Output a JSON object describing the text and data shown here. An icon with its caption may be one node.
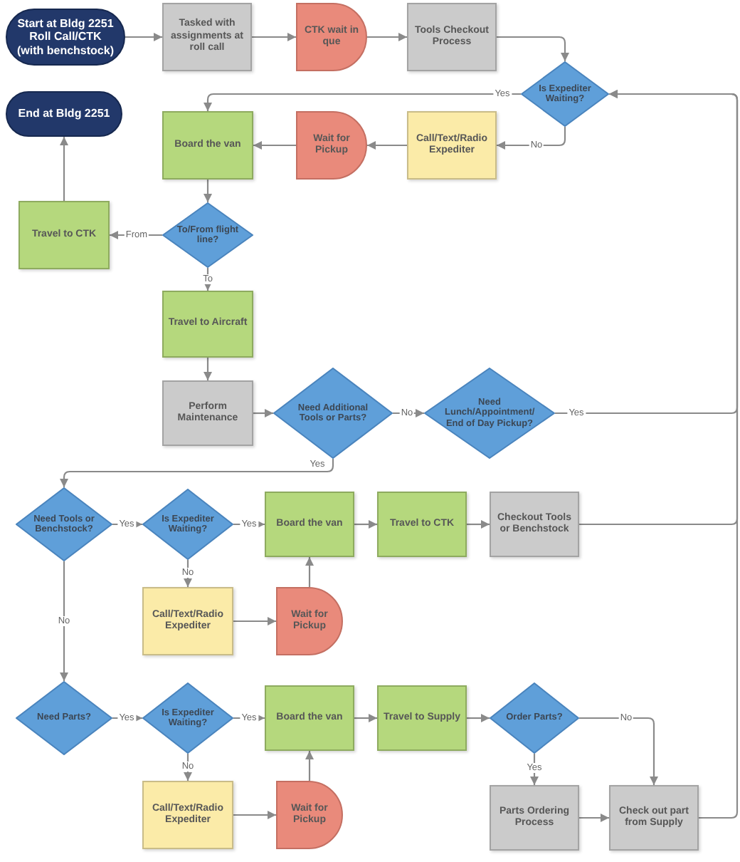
{
  "diagram": {
    "nodes": [
      {
        "text": [
          "Start at Bldg 2251 Roll Call/CTK (with benchstock)"
        ]
      },
      {
        "text": [
          "Tasked with assignments at roll call"
        ]
      },
      {
        "text": [
          "CTK wait in que"
        ]
      },
      {
        "text": [
          "Tools Checkout Process"
        ]
      },
      {
        "text": [
          "Is Expediter Waiting?"
        ]
      },
      {
        "text": [
          "End at Bldg 2251"
        ]
      },
      {
        "text": [
          "Board the van"
        ]
      },
      {
        "text": [
          "Wait for Pickup"
        ]
      },
      {
        "text": [
          "Call/Text/Radio Expediter"
        ]
      },
      {
        "text": [
          "Travel to CTK"
        ]
      },
      {
        "text": [
          "To/From flight line?"
        ]
      },
      {
        "text": [
          "Travel to Aircraft"
        ]
      },
      {
        "text": [
          "Perform Maintenance"
        ]
      },
      {
        "text": [
          "Need Additional Tools or Parts?"
        ]
      },
      {
        "text": [
          "Need Lunch/Appointment/ End of Day Pickup?"
        ]
      },
      {
        "text": [
          "Need Tools or Benchstock?"
        ]
      },
      {
        "text": [
          "Is Expediter Waiting?"
        ]
      },
      {
        "text": [
          "Board the van"
        ]
      },
      {
        "text": [
          "Travel to CTK"
        ]
      },
      {
        "text": [
          "Checkout Tools or Benchstock"
        ]
      },
      {
        "text": [
          "Call/Text/Radio Expediter"
        ]
      },
      {
        "text": [
          "Wait for Pickup"
        ]
      },
      {
        "text": [
          "Need Parts?"
        ]
      },
      {
        "text": [
          "Is Expediter Waiting?"
        ]
      },
      {
        "text": [
          "Board the van"
        ]
      },
      {
        "text": [
          "Travel to Supply"
        ]
      },
      {
        "text": [
          "Order Parts?"
        ]
      },
      {
        "text": [
          "Call/Text/Radio Expediter"
        ]
      },
      {
        "text": [
          "Wait for Pickup"
        ]
      },
      {
        "text": [
          "Parts Ordering Process"
        ]
      },
      {
        "text": [
          "Check out part from Supply"
        ]
      }
    ],
    "edges": [
      {
        "from": 0,
        "to": 1,
        "arrow": "to"
      },
      {
        "from": 1,
        "to": 2,
        "arrow": "to"
      },
      {
        "from": 2,
        "to": 3,
        "arrow": "to"
      },
      {
        "from": 3,
        "to": 4,
        "arrow": "to"
      },
      {
        "from": 4,
        "to": 6,
        "label": "Yes",
        "arrow": "to"
      },
      {
        "from": 4,
        "to": 8,
        "label": "No",
        "arrow": "to"
      },
      {
        "from": 8,
        "to": 7,
        "arrow": "to"
      },
      {
        "from": 7,
        "to": 6,
        "arrow": "to"
      },
      {
        "from": 6,
        "to": 10,
        "arrow": "to"
      },
      {
        "from": 10,
        "to": 9,
        "label": "From",
        "arrow": "to"
      },
      {
        "from": 9,
        "to": 5,
        "arrow": "to"
      },
      {
        "from": 10,
        "to": 11,
        "label": "To",
        "arrow": "to"
      },
      {
        "from": 11,
        "to": 12,
        "arrow": "to"
      },
      {
        "from": 12,
        "to": 13,
        "arrow": "to"
      },
      {
        "from": 13,
        "to": 14,
        "label": "No",
        "arrow": "to"
      },
      {
        "from": 14,
        "to": 4,
        "label": "Yes",
        "arrow": "to"
      },
      {
        "from": 13,
        "to": 15,
        "label": "Yes",
        "arrow": "to"
      },
      {
        "from": 15,
        "to": 16,
        "label": "Yes",
        "arrow": "to"
      },
      {
        "from": 16,
        "to": 17,
        "label": "Yes",
        "arrow": "to"
      },
      {
        "from": 16,
        "to": 20,
        "label": "No",
        "arrow": "to"
      },
      {
        "from": 20,
        "to": 21,
        "arrow": "to"
      },
      {
        "from": 21,
        "to": 17,
        "arrow": "to"
      },
      {
        "from": 17,
        "to": 18,
        "arrow": "to"
      },
      {
        "from": 18,
        "to": 19,
        "arrow": "to"
      },
      {
        "from": 19,
        "to": 4,
        "arrow": "to"
      },
      {
        "from": 15,
        "to": 22,
        "label": "No",
        "arrow": "to"
      },
      {
        "from": 22,
        "to": 23,
        "label": "Yes",
        "arrow": "to"
      },
      {
        "from": 23,
        "to": 24,
        "label": "Yes",
        "arrow": "to"
      },
      {
        "from": 23,
        "to": 27,
        "label": "No",
        "arrow": "to"
      },
      {
        "from": 27,
        "to": 28,
        "arrow": "to"
      },
      {
        "from": 28,
        "to": 24,
        "arrow": "to"
      },
      {
        "from": 24,
        "to": 25,
        "arrow": "to"
      },
      {
        "from": 25,
        "to": 26,
        "arrow": "to"
      },
      {
        "from": 26,
        "to": 29,
        "label": "Yes",
        "arrow": "to"
      },
      {
        "from": 26,
        "to": 30,
        "label": "No",
        "arrow": "to"
      },
      {
        "from": 29,
        "to": 30,
        "arrow": "to"
      },
      {
        "from": 30,
        "to": 4,
        "arrow": "to"
      }
    ]
  }
}
